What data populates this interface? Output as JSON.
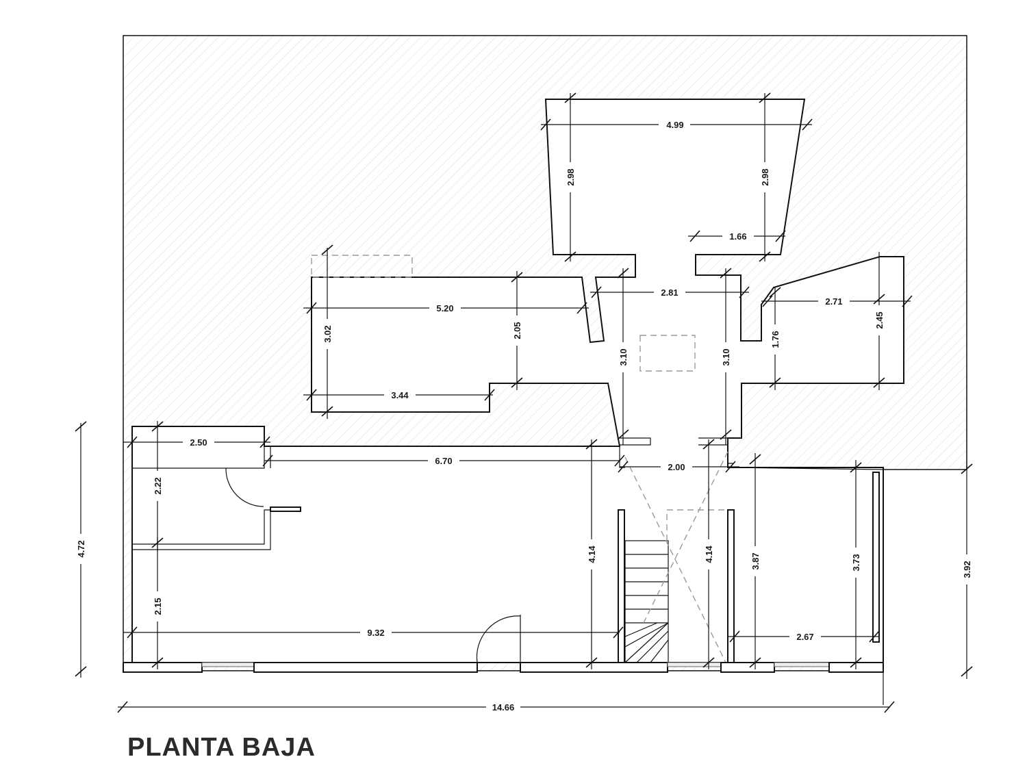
{
  "title": "PLANTA BAJA",
  "dimensions": {
    "total_width": "14.66",
    "left_height": "4.72",
    "right_height": "3.92",
    "top_room_width": "4.99",
    "top_room_left": "2.98",
    "top_room_right": "2.98",
    "top_room_notch": "1.66",
    "left_room_width": "5.20",
    "left_room_height": "3.02",
    "left_room_inner": "2.05",
    "left_room_bottom": "3.44",
    "hall_width": "2.81",
    "hall_left_height": "3.10",
    "hall_right_height": "3.10",
    "right_room_width": "2.71",
    "right_room_height": "2.45",
    "right_room_inner": "1.76",
    "small_room_width": "2.50",
    "small_room_height": "2.22",
    "lower_left_height": "2.15",
    "main_width": "6.70",
    "main_bottom": "9.32",
    "main_height": "4.14",
    "stair_width": "2.00",
    "stair_height": "4.14",
    "lower_right_left": "3.87",
    "lower_right_right": "3.73",
    "lower_right_width": "2.67"
  }
}
